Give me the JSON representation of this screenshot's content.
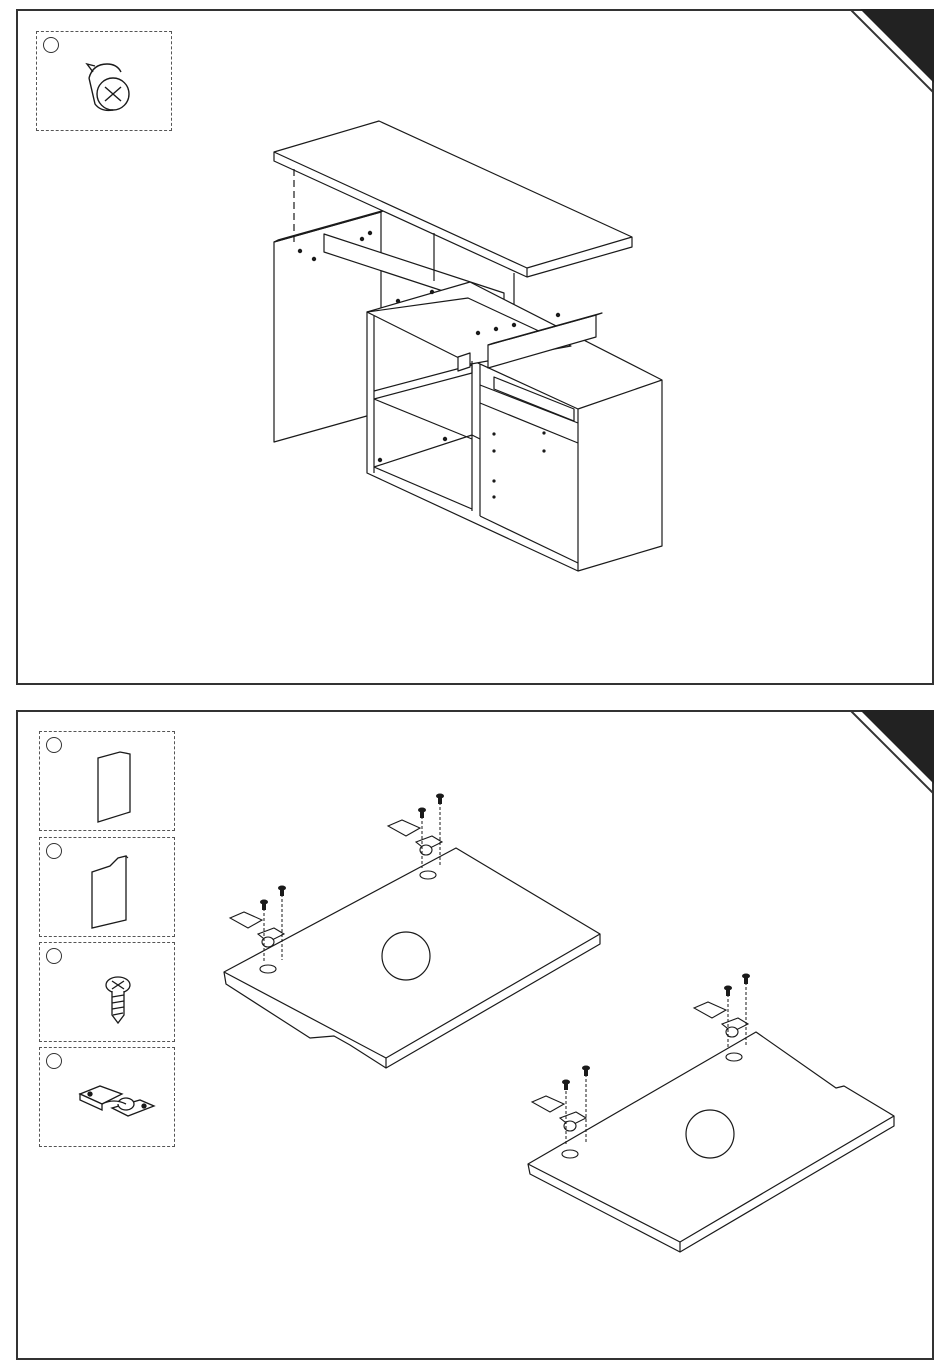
{
  "document": {
    "type": "furniture-assembly-instructions",
    "steps": [
      {
        "id": "step-1",
        "parts": [
          {
            "marker_label": "",
            "icon": "cam-lock-fitting-icon"
          }
        ],
        "illustration": "desk-top-and-drawer-assembly"
      },
      {
        "id": "step-2",
        "parts": [
          {
            "marker_label": "",
            "icon": "door-panel-a-icon"
          },
          {
            "marker_label": "",
            "icon": "door-panel-b-icon"
          },
          {
            "marker_label": "",
            "icon": "screw-icon"
          },
          {
            "marker_label": "",
            "icon": "hinge-icon"
          }
        ],
        "illustration": "hinges-mounted-on-doors"
      }
    ],
    "colors": {
      "line": "#1a1a1a",
      "corner_tab": "#222222",
      "background": "#ffffff"
    }
  }
}
